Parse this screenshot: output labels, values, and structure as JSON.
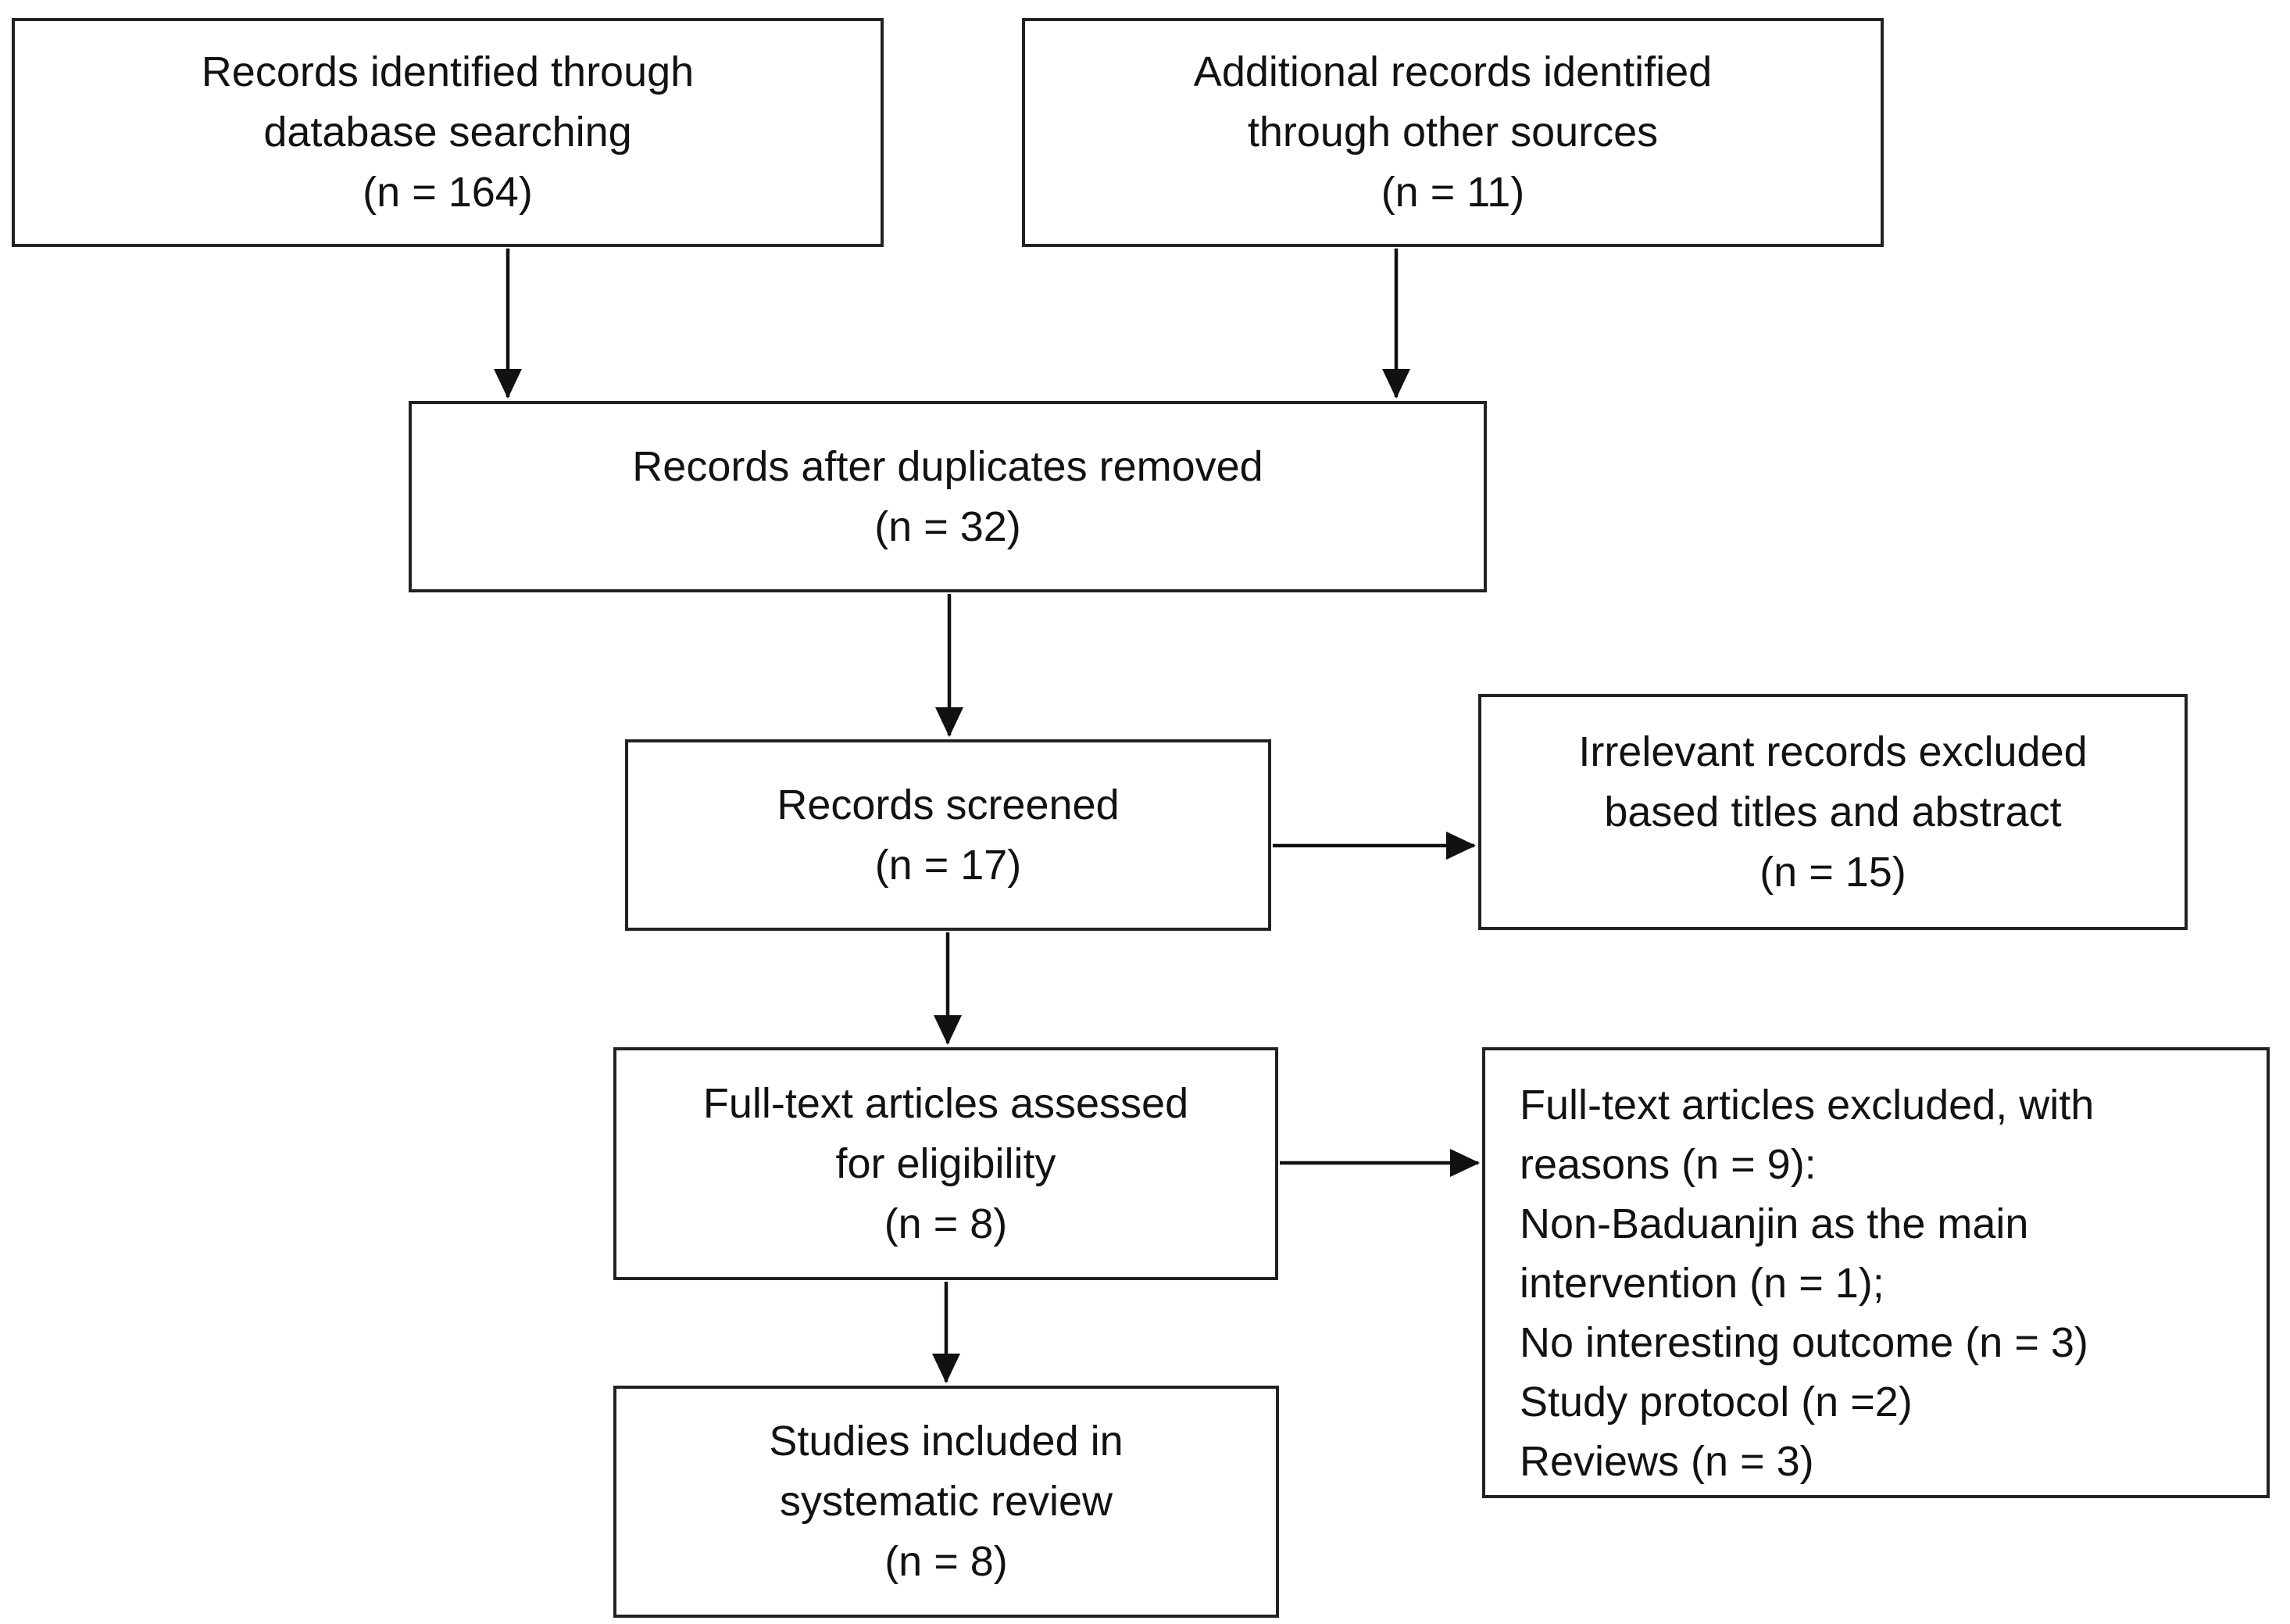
{
  "diagram_type": "prisma-flow-diagram",
  "colors": {
    "background": "#ffffff",
    "box-background": "#ffffff",
    "border": "#222222",
    "text": "#121212",
    "arrow": "#111111"
  },
  "boxes": {
    "identified": {
      "lines": [
        "Records identified through",
        "database searching",
        "(n = 164)"
      ],
      "count": 164
    },
    "additional": {
      "lines": [
        "Additional records identified",
        "through other sources",
        "(n = 11)"
      ],
      "count": 11
    },
    "duplicates": {
      "lines": [
        "Records after duplicates removed",
        "(n = 32)"
      ],
      "count": 32
    },
    "screened": {
      "lines": [
        "Records screened",
        "(n = 17)"
      ],
      "count": 17
    },
    "irrelevant": {
      "lines": [
        "Irrelevant records excluded",
        "based titles and abstract",
        "(n = 15)"
      ],
      "count": 15
    },
    "fulltext": {
      "lines": [
        "Full-text articles assessed",
        "for eligibility",
        "(n = 8)"
      ],
      "count": 8
    },
    "reasons": {
      "lines": [
        "Full-text articles excluded, with",
        "reasons (n = 9):",
        "Non-Baduanjin as the main",
        "intervention (n = 1);",
        "No interesting outcome (n = 3)",
        "Study protocol (n =2)",
        "Reviews (n = 3)"
      ],
      "count": 9
    },
    "included": {
      "lines": [
        "Studies included in",
        "systematic review",
        "(n = 8)"
      ],
      "count": 8
    }
  }
}
